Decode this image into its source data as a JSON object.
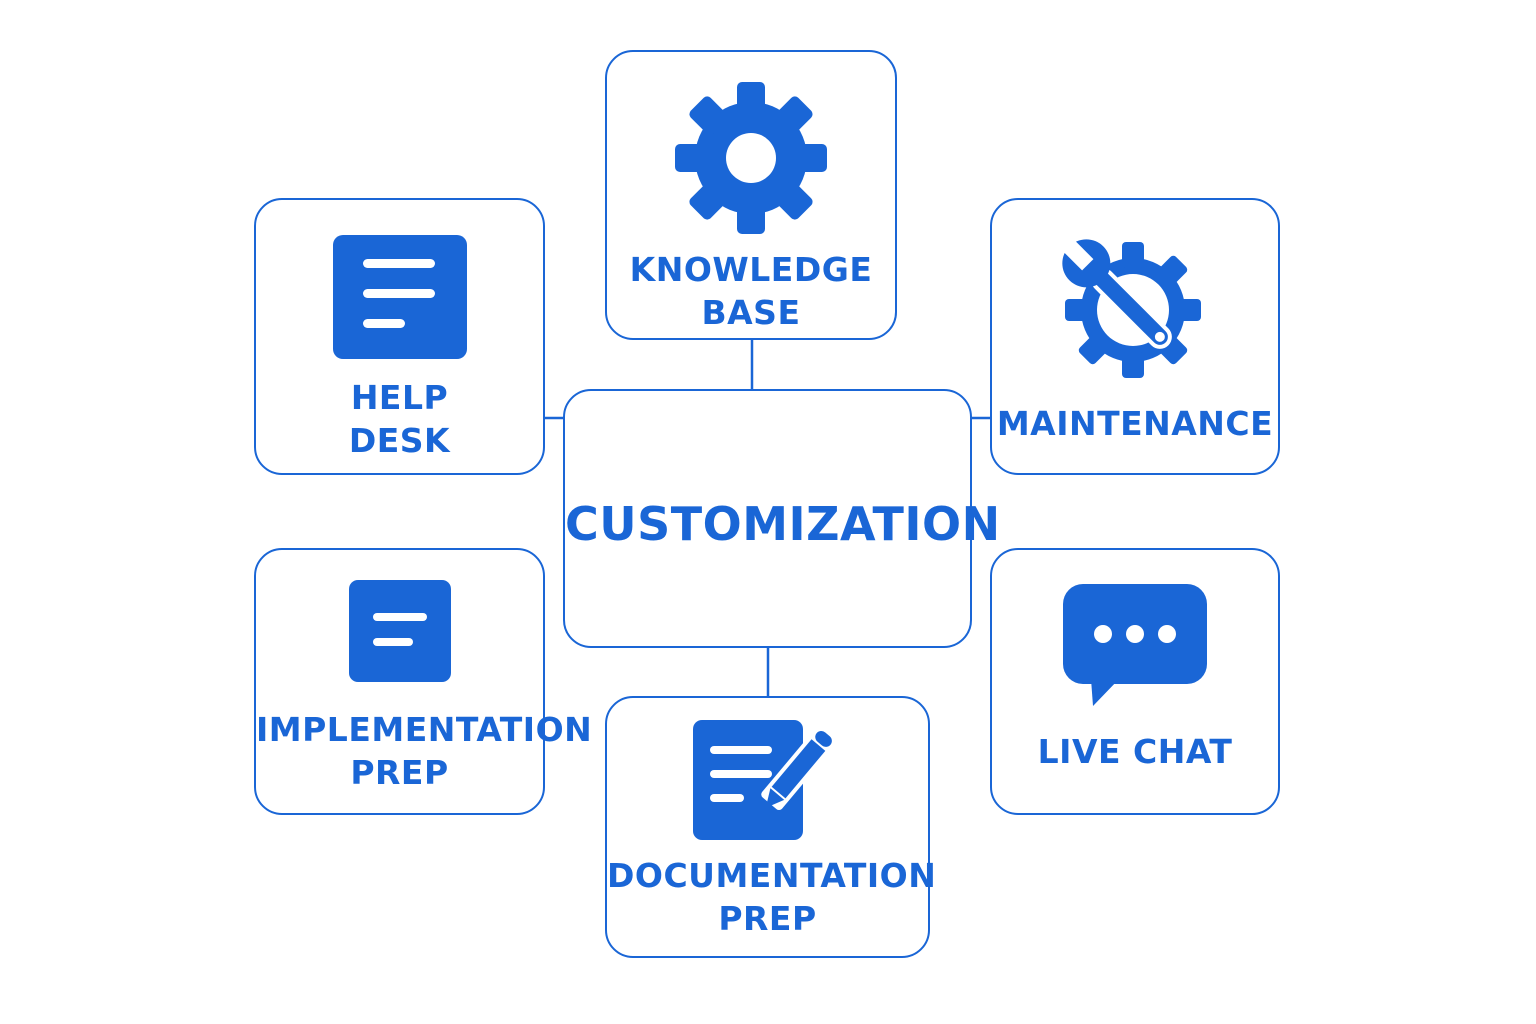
{
  "colors": {
    "accent": "#1a66d6",
    "background": "#ffffff"
  },
  "center": {
    "label": "CUSTOMIZATION"
  },
  "nodes": {
    "knowledge_base": {
      "label": "KNOWLEDGE\nBASE",
      "icon": "gear-icon"
    },
    "help_desk": {
      "label": "HELP\nDESK",
      "icon": "document-lines-icon"
    },
    "maintenance": {
      "label": "MAINTENANCE",
      "icon": "gear-wrench-icon"
    },
    "implementation_prep": {
      "label": "IMPLEMENTATION\nPREP",
      "icon": "note-lines-icon"
    },
    "live_chat": {
      "label": "LIVE CHAT",
      "icon": "chat-bubble-icon"
    },
    "documentation_prep": {
      "label": "DOCUMENTATION\nPREP",
      "icon": "document-pencil-icon"
    }
  }
}
